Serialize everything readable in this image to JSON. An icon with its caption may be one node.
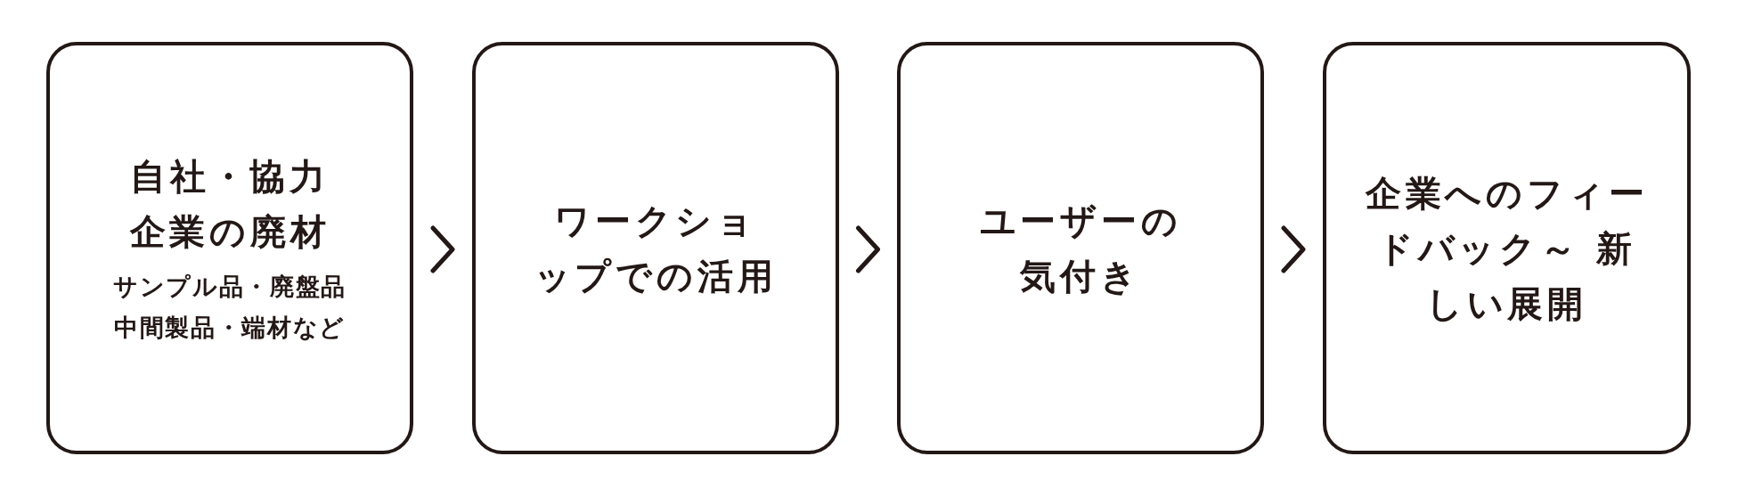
{
  "diagram": {
    "nodes": [
      {
        "text": [
          "自社・協力企業の廃材",
          "サンプル品・廃盤品中間製品・端材など"
        ]
      },
      {
        "text": [
          "ワークショップでの活用"
        ]
      },
      {
        "text": [
          "ユーザーの気付き"
        ]
      },
      {
        "text": [
          "企業へのフィードバック～ 新しい展開"
        ]
      }
    ],
    "edges": [
      {
        "from": 0,
        "to": 1,
        "arrow": "to"
      },
      {
        "from": 1,
        "to": 2,
        "arrow": "to"
      },
      {
        "from": 2,
        "to": 3,
        "arrow": "to"
      }
    ]
  }
}
